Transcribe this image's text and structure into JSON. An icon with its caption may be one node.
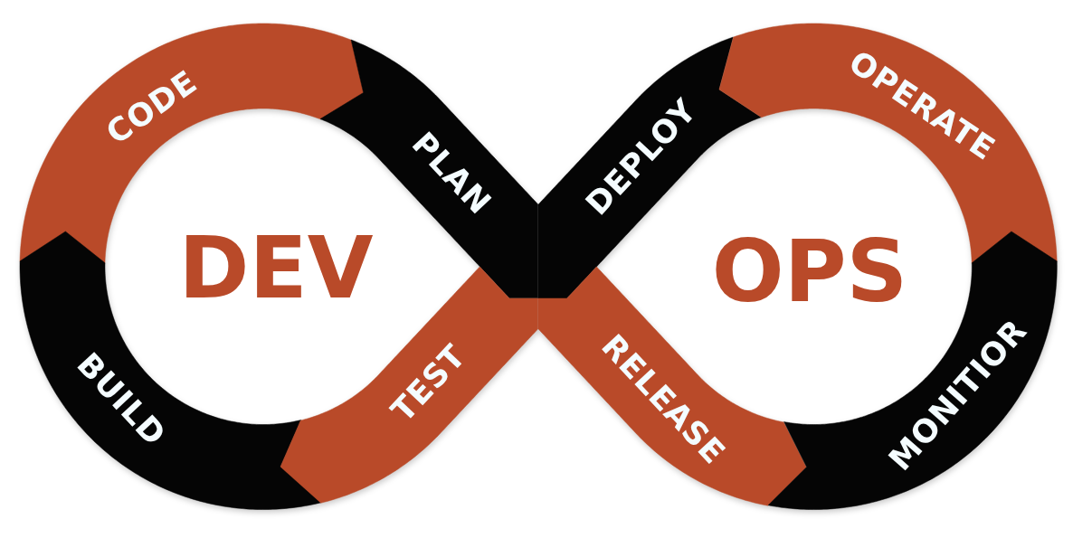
{
  "diagram": {
    "nodes": [
      {
        "text": [
          "CODE"
        ]
      },
      {
        "text": [
          "PLAN"
        ]
      },
      {
        "text": [
          "DEPLOY"
        ]
      },
      {
        "text": [
          "OPERATE"
        ]
      },
      {
        "text": [
          "BUILD"
        ]
      },
      {
        "text": [
          "TEST"
        ]
      },
      {
        "text": [
          "RELEASE"
        ]
      },
      {
        "text": [
          "MONITIOR"
        ]
      }
    ],
    "labels": [
      "DEV",
      "OPS"
    ]
  }
}
